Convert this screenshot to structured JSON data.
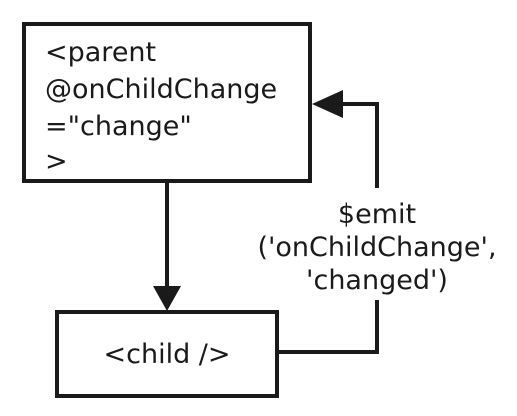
{
  "parent_box": {
    "lines": [
      "<parent",
      "@onChildChange",
      "=\"change\"",
      ">"
    ]
  },
  "child_box": {
    "label": "<child />"
  },
  "emit_label": {
    "lines": [
      "$emit",
      "('onChildChange',",
      "'changed')"
    ]
  }
}
